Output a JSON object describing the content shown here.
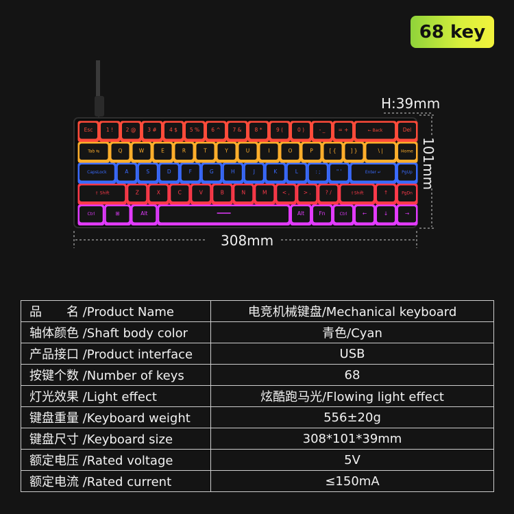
{
  "badge": "68 key",
  "dimensions": {
    "height": "H:39mm",
    "width": "308mm",
    "depth": "101mm"
  },
  "keyboard": {
    "rows": [
      [
        "Esc",
        "1 !",
        "2 @",
        "3 #",
        "4 $",
        "5 %",
        "6 ^",
        "7 &",
        "8 *",
        "9 (",
        "0 )",
        "- _",
        "= +",
        "← Back",
        "Del"
      ],
      [
        "Tab ⇆",
        "Q",
        "W",
        "E",
        "R",
        "T",
        "Y",
        "U",
        "I",
        "O",
        "P",
        "[ {",
        "] }",
        "\\ |",
        "Home"
      ],
      [
        "CapsLock",
        "A",
        "S",
        "D",
        "F",
        "G",
        "H",
        "J",
        "K",
        "L",
        ": ;",
        "\" '",
        "Enter ↵",
        "PgUp"
      ],
      [
        "⇧ Shift",
        "Z",
        "X",
        "C",
        "V",
        "B",
        "N",
        "M",
        "< ,",
        "> .",
        "? /",
        "⇧Shift",
        "↑",
        "PgDn"
      ],
      [
        "Ctrl",
        "⊞",
        "Alt",
        "",
        "Alt",
        "Fn",
        "Ctrl",
        "←",
        "↓",
        "→"
      ]
    ],
    "row_colors": [
      "#ff4b3a",
      "#ffae2b",
      "#3a6bff",
      "#ff3a4a",
      "#e23bff"
    ]
  },
  "specs": [
    {
      "label": "品　　名 /Product Name",
      "value": "电竞机械键盘/Mechanical keyboard"
    },
    {
      "label": "轴体颜色 /Shaft body color",
      "value": "青色/Cyan"
    },
    {
      "label": "产品接口 /Product interface",
      "value": "USB"
    },
    {
      "label": "按键个数 /Number of keys",
      "value": "68"
    },
    {
      "label": "灯光效果 /Light effect",
      "value": "炫酷跑马光/Flowing light effect"
    },
    {
      "label": "键盘重量 /Keyboard weight",
      "value": "556±20g"
    },
    {
      "label": "键盘尺寸 /Keyboard size",
      "value": "308*101*39mm"
    },
    {
      "label": "额定电压 /Rated voltage",
      "value": "5V"
    },
    {
      "label": "额定电流 /Rated current",
      "value": "≤150mA"
    }
  ]
}
